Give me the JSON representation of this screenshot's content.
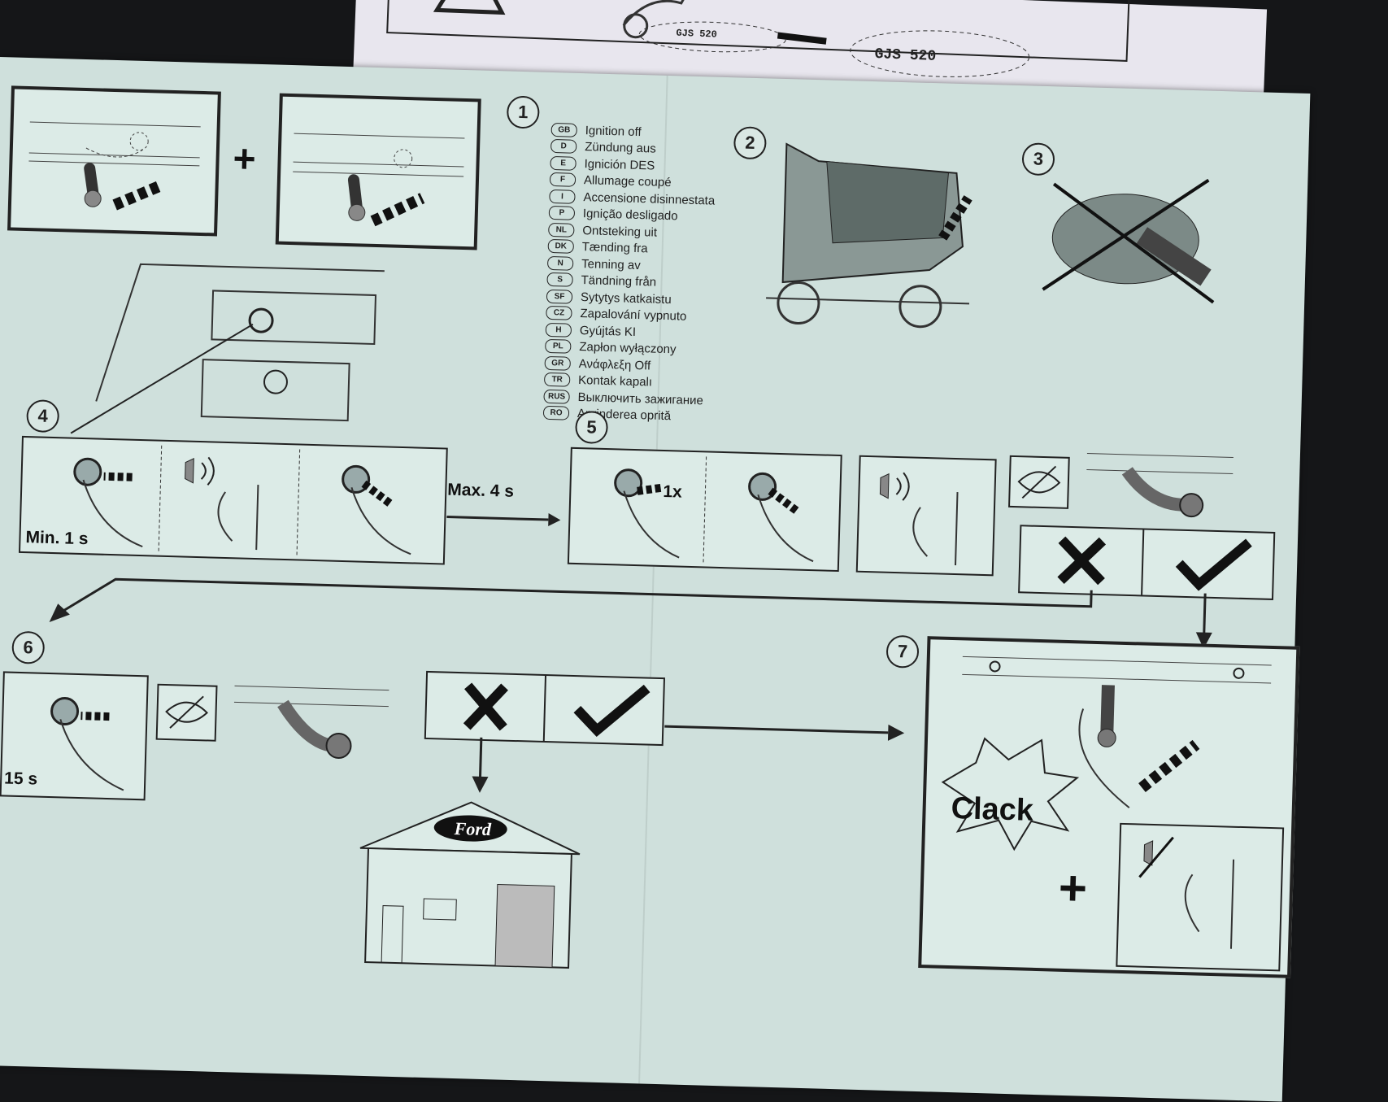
{
  "warning_sheet": {
    "code_left": "GJS 520",
    "code_right": "GJS 520"
  },
  "steps": [
    "1",
    "2",
    "3",
    "4",
    "5",
    "6",
    "7"
  ],
  "languages": [
    {
      "code": "GB",
      "text": "Ignition off"
    },
    {
      "code": "D",
      "text": "Zündung aus"
    },
    {
      "code": "E",
      "text": "Ignición DES"
    },
    {
      "code": "F",
      "text": "Allumage coupé"
    },
    {
      "code": "I",
      "text": "Accensione disinnestata"
    },
    {
      "code": "P",
      "text": "Ignição desligado"
    },
    {
      "code": "NL",
      "text": "Ontsteking uit"
    },
    {
      "code": "DK",
      "text": "Tænding fra"
    },
    {
      "code": "N",
      "text": "Tenning av"
    },
    {
      "code": "S",
      "text": "Tändning från"
    },
    {
      "code": "SF",
      "text": "Sytytys katkaistu"
    },
    {
      "code": "CZ",
      "text": "Zapalování vypnuto"
    },
    {
      "code": "H",
      "text": "Gyújtás KI"
    },
    {
      "code": "PL",
      "text": "Zapłon wyłączony"
    },
    {
      "code": "GR",
      "text": "Ανάφλεξη Off"
    },
    {
      "code": "TR",
      "text": "Kontak kapalı"
    },
    {
      "code": "RUS",
      "text": "Выключить зажигание"
    },
    {
      "code": "RO",
      "text": "Aprinderea oprită"
    }
  ],
  "labels": {
    "min_time": "Min. 1 s",
    "max_time": "Max. 4 s",
    "press_count": "1x",
    "hold_time": "15 s",
    "clack": "Clack",
    "dealer_brand": "Ford",
    "plus": "+"
  }
}
